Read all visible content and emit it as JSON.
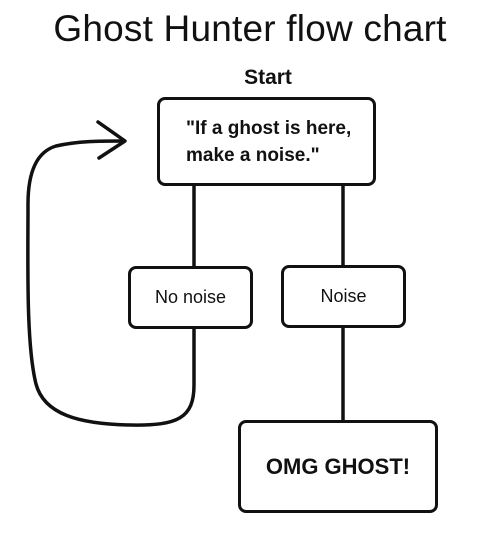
{
  "diagram": {
    "title": "Ghost Hunter flow chart",
    "start_label": "Start",
    "nodes": {
      "start": "\"If a ghost is here,\nmake a noise.\"",
      "no_noise": "No noise",
      "noise": "Noise",
      "result": "OMG GHOST!"
    },
    "edges": [
      {
        "from": "start",
        "to": "no_noise"
      },
      {
        "from": "start",
        "to": "noise"
      },
      {
        "from": "noise",
        "to": "result"
      },
      {
        "from": "no_noise",
        "to": "start",
        "type": "loop-back-arrow"
      }
    ]
  }
}
